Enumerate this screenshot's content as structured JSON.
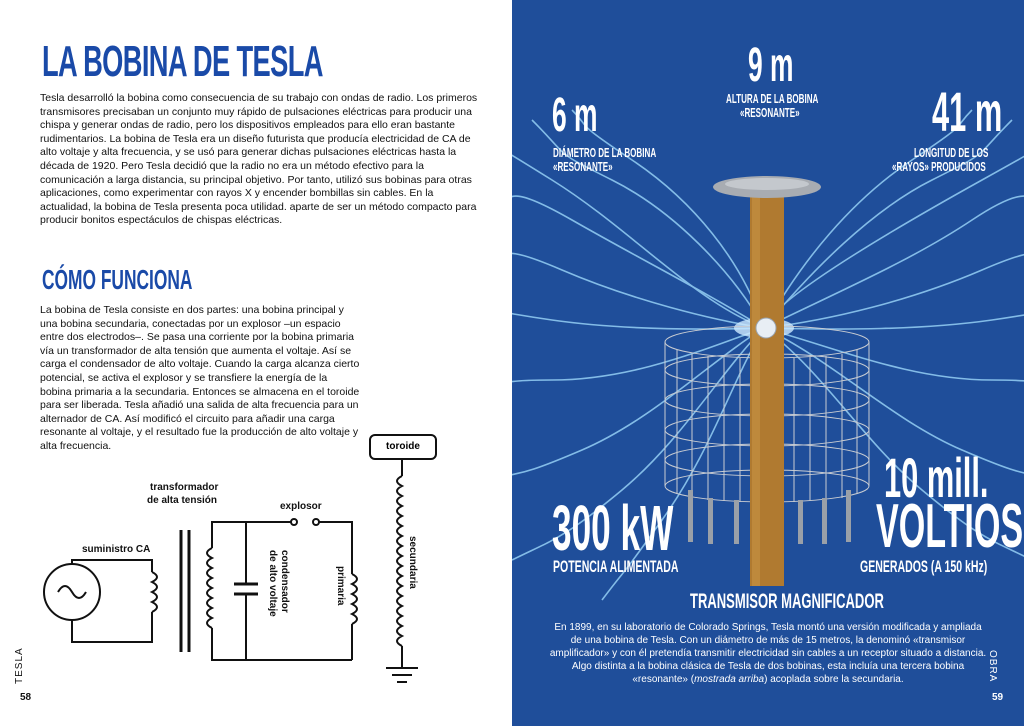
{
  "left": {
    "title": "LA BOBINA DE TESLA",
    "intro": "Tesla desarrolló la bobina como consecuencia de su trabajo con ondas de radio. Los primeros transmisores precisaban un conjunto muy rápido de pulsaciones eléctricas para producir una chispa y generar ondas de radio, pero los dispositivos empleados para ello eran bastante rudimentarios. La bobina de Tesla era un diseño futurista que producía electricidad de CA de alto voltaje y alta frecuencia, y se usó para generar dichas pulsaciones eléctricas hasta la década de 1920. Pero Tesla decidió que la radio no era un método efectivo para la comunicación a larga distancia, su principal objetivo. Por tanto, utilizó sus bobinas para otras aplicaciones, como experimentar con rayos X y encender bombillas sin cables. En la actualidad, la bobina de Tesla presenta poca utilidad. aparte de ser un método compacto para producir bonitos espectáculos de chispas eléctricas.",
    "subtitle": "CÓMO FUNCIONA",
    "how": "La bobina de Tesla consiste en dos partes: una bobina principal y una bobina secundaria, conectadas por un explosor –un espacio entre dos electrodos–. Se pasa una corriente por la bobina primaria vía un transformador de alta tensión que aumenta el voltaje. Así se carga el condensador de alto voltaje. Cuando la carga alcanza cierto potencial, se activa el explosor y se transfiere la energía de la bobina primaria a la secundaria. Entonces se almacena en el toroide para ser liberada. Tesla añadió una salida de alta frecuencia para un alternador de CA. Así modificó el circuito para añadir una carga resonante al voltaje, y el resultado fue la producción de alto voltaje y alta frecuencia.",
    "side_label": "TESLA",
    "page_number": "58",
    "diagram": {
      "toroide": "toroide",
      "transformer_line1": "transformador",
      "transformer_line2": "de alta tensión",
      "explosor": "explosor",
      "supply": "suministro CA",
      "capacitor_line1": "condensador",
      "capacitor_line2": "de alto voltaje",
      "primary": "primaria",
      "secondary": "secundaria"
    }
  },
  "right": {
    "stat_height_value": "9 m",
    "stat_height_label1": "ALTURA DE LA BOBINA",
    "stat_height_label2": "«RESONANTE»",
    "stat_diameter_value": "6 m",
    "stat_diameter_label1": "DIÁMETRO DE LA BOBINA",
    "stat_diameter_label2": "«RESONANTE»",
    "stat_length_value": "41 m",
    "stat_length_label1": "LONGITUD DE LOS",
    "stat_length_label2": "«RAYOS» PRODUCIDOS",
    "stat_power_value": "300 kW",
    "stat_power_label": "POTENCIA ALIMENTADA",
    "stat_voltage_value1": "10 mill.",
    "stat_voltage_value2": "VOLTIOS",
    "stat_voltage_label": "GENERADOS (A 150 kHz)",
    "caption_title": "TRANSMISOR MAGNIFICADOR",
    "caption_text_before": "En 1899, en su laboratorio de Colorado Springs, Tesla montó una versión modificada y ampliada de una bobina de Tesla. Con un diámetro de más de 15 metros, la denominó «transmisor amplificador» y con él pretendía transmitir electricidad sin cables a un receptor situado a distancia. Algo distinta a la bobina clásica de Tesla de dos bobinas, esta incluía una tercera bobina «resonante» (",
    "caption_text_italic": "mostrada arriba",
    "caption_text_after": ") acoplada sobre la secundaria.",
    "side_label": "OBRA",
    "page_number": "59",
    "colors": {
      "background": "#1f4e9a",
      "coil": "#b07a30",
      "sparks": "#8ec8f0"
    }
  }
}
